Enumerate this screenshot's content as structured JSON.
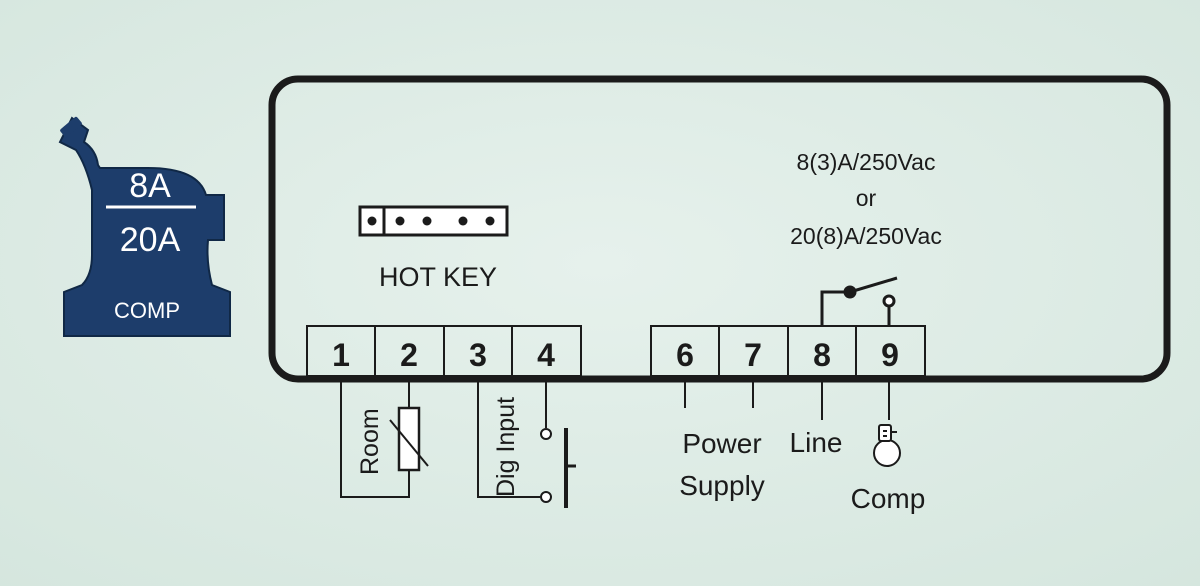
{
  "colors": {
    "background": "#dbe9e3",
    "ink": "#1b1b1b",
    "badge": "#1d3d6b"
  },
  "badge": {
    "rating_top": "8A",
    "rating_bottom": "20A",
    "label": "COMP"
  },
  "hot_key": {
    "label": "HOT KEY",
    "pin_count": 5
  },
  "relay": {
    "rating_line1": "8(3)A/250Vac",
    "rating_line2": "or",
    "rating_line3": "20(8)A/250Vac"
  },
  "terminals": [
    "1",
    "2",
    "3",
    "4",
    "6",
    "7",
    "8",
    "9"
  ],
  "labels": {
    "room": "Room",
    "dig_input": "Dig Input",
    "power": "Power",
    "supply": "Supply",
    "line": "Line",
    "comp": "Comp"
  }
}
